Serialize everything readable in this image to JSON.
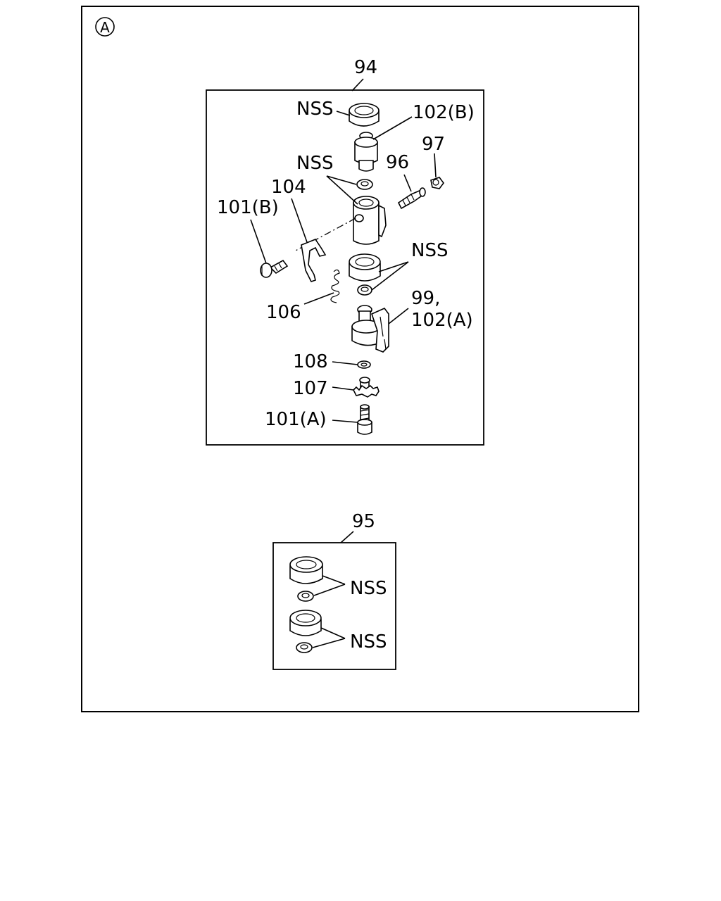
{
  "view_marker": "A",
  "assemblies": {
    "upper": {
      "number": "94",
      "callouts": {
        "nss_top": "NSS",
        "p102b": "102(B)",
        "p97": "97",
        "nss_mid": "NSS",
        "p96": "96",
        "p104": "104",
        "p101b": "101(B)",
        "nss_right": "NSS",
        "p106": "106",
        "p99": "99,",
        "p102a": "102(A)",
        "p108": "108",
        "p107": "107",
        "p101a": "101(A)"
      }
    },
    "lower": {
      "number": "95",
      "callouts": {
        "nss_a": "NSS",
        "nss_b": "NSS"
      }
    }
  }
}
